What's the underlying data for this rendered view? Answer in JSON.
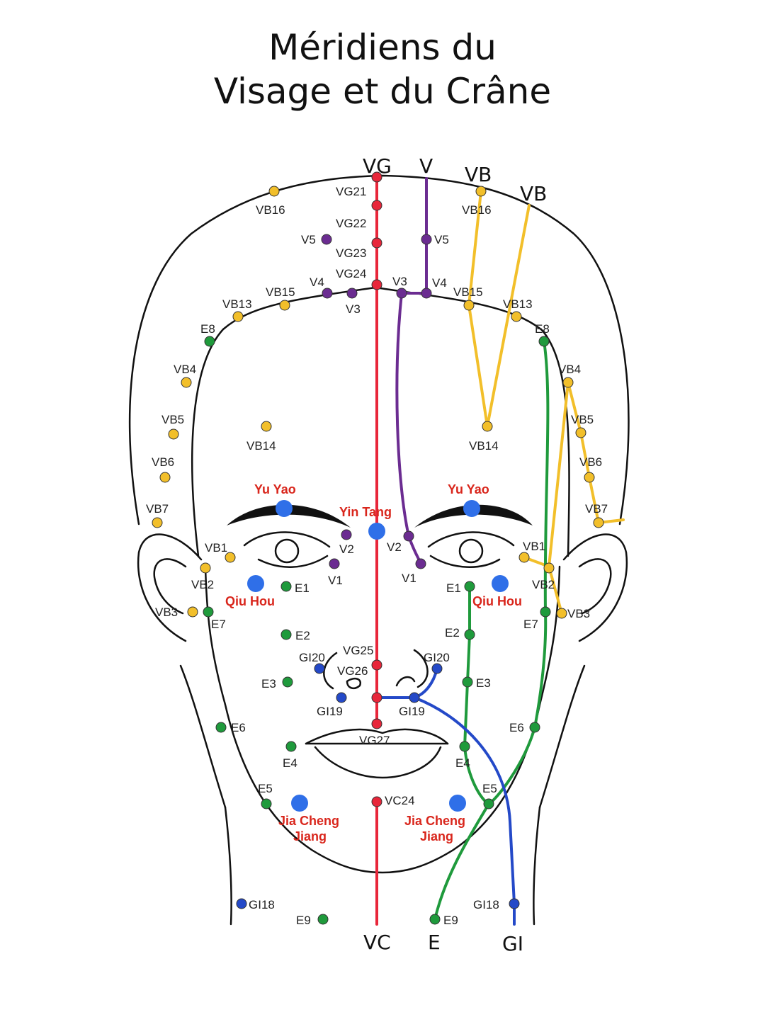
{
  "title": {
    "line1": "Méridiens du",
    "line2": "Visage et du Crâne"
  },
  "colors": {
    "VG": "#e8263a",
    "VC": "#e8263a",
    "V": "#6b2c91",
    "VB": "#f2bf2a",
    "E": "#1f9a3c",
    "GI": "#2449c8",
    "extra": "#2f6fe8",
    "extra_label": "#d9261c"
  },
  "meridian_labels": {
    "vg": "VG",
    "v": "V",
    "vb_1": "VB",
    "vb_2": "VB",
    "vc": "VC",
    "e": "E",
    "gi": "GI"
  },
  "points": {
    "vg21": "VG21",
    "vg22": "VG22",
    "vg23": "VG23",
    "vg24": "VG24",
    "vg25": "VG25",
    "vg26": "VG26",
    "vg27": "VG27",
    "vc24": "VC24",
    "v5_l": "V5",
    "v5_r": "V5",
    "v4_l": "V4",
    "v4_r": "V4",
    "v3_l": "V3",
    "v3_r": "V3",
    "v2_l": "V2",
    "v2_r": "V2",
    "v1_l": "V1",
    "v1_r": "V1",
    "vb16_l": "VB16",
    "vb16_r": "VB16",
    "vb15_l": "VB15",
    "vb15_r": "VB15",
    "vb13_l": "VB13",
    "vb13_r": "VB13",
    "vb4_l": "VB4",
    "vb4_r": "VB4",
    "vb5_l": "VB5",
    "vb5_r": "VB5",
    "vb6_l": "VB6",
    "vb6_r": "VB6",
    "vb7_l": "VB7",
    "vb7_r": "VB7",
    "vb14_l": "VB14",
    "vb14_r": "VB14",
    "vb1_l": "VB1",
    "vb1_r": "VB1",
    "vb2_l": "VB2",
    "vb2_r": "VB2",
    "vb3_l": "VB3",
    "vb3_r": "VB3",
    "e8_l": "E8",
    "e8_r": "E8",
    "e1_l": "E1",
    "e1_r": "E1",
    "e7_l": "E7",
    "e7_r": "E7",
    "e2_l": "E2",
    "e2_r": "E2",
    "e3_l": "E3",
    "e3_r": "E3",
    "e6_l": "E6",
    "e6_r": "E6",
    "e4_l": "E4",
    "e4_r": "E4",
    "e5_l": "E5",
    "e5_r": "E5",
    "e9_l": "E9",
    "e9_r": "E9",
    "gi20_l": "GI20",
    "gi20_r": "GI20",
    "gi19_l": "GI19",
    "gi19_r": "GI19",
    "gi18_l": "GI18",
    "gi18_r": "GI18"
  },
  "extra_points": {
    "yu_yao_l": "Yu Yao",
    "yu_yao_r": "Yu Yao",
    "yin_tang": "Yin Tang",
    "qiu_hou_l": "Qiu Hou",
    "qiu_hou_r": "Qiu Hou",
    "jia_cheng_jiang_l_1": "Jia Cheng",
    "jia_cheng_jiang_l_2": "Jiang",
    "jia_cheng_jiang_r_1": "Jia Cheng",
    "jia_cheng_jiang_r_2": "Jiang"
  }
}
